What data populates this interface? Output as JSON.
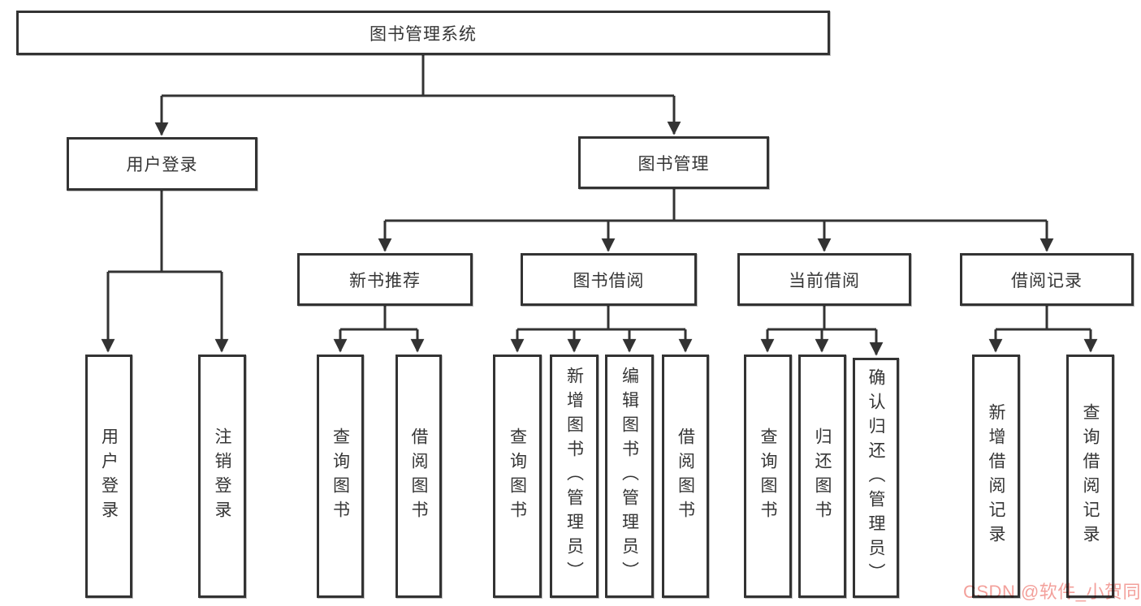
{
  "tree": {
    "root": "图书管理系统",
    "branches": [
      {
        "label": "用户登录",
        "children": [
          "用户登录",
          "注销登录"
        ]
      },
      {
        "label": "图书管理",
        "subBranches": [
          {
            "label": "新书推荐",
            "children": [
              "查询图书",
              "借阅图书"
            ]
          },
          {
            "label": "图书借阅",
            "children": [
              "查询图书",
              "新增图书（管理员）",
              "编辑图书（管理员）",
              "借阅图书"
            ]
          },
          {
            "label": "当前借阅",
            "children": [
              "查询图书",
              "归还图书",
              "确认归还（管理员）"
            ]
          },
          {
            "label": "借阅记录",
            "children": [
              "新增借阅记录",
              "查询借阅记录"
            ]
          }
        ]
      }
    ]
  },
  "watermark": {
    "text": "CSDN @软件_小贺同学",
    "color": "#f3a09b"
  },
  "colors": {
    "line": "#333333",
    "border": "#333333",
    "text": "#353535",
    "background": "#ffffff"
  }
}
